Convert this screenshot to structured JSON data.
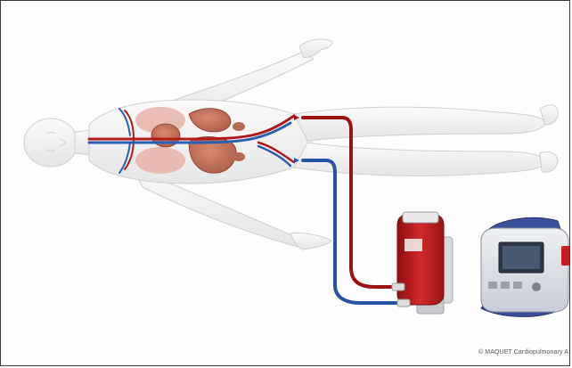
{
  "credit": "© MAQUET Cardiopulmonary A",
  "colors": {
    "arterial": "#b01a1a",
    "venous": "#2b5fb0",
    "body": "#f2f2f2",
    "organ": "#c9705a",
    "device_red": "#c81e1e",
    "console_blue": "#3b4f9a"
  },
  "figure": {
    "subject": "supine human body (top view)",
    "components": [
      "body-outline",
      "heart",
      "lungs",
      "liver",
      "stomach",
      "kidneys",
      "arterial-cannula",
      "venous-cannula",
      "pump-oxygenator",
      "control-console"
    ]
  }
}
